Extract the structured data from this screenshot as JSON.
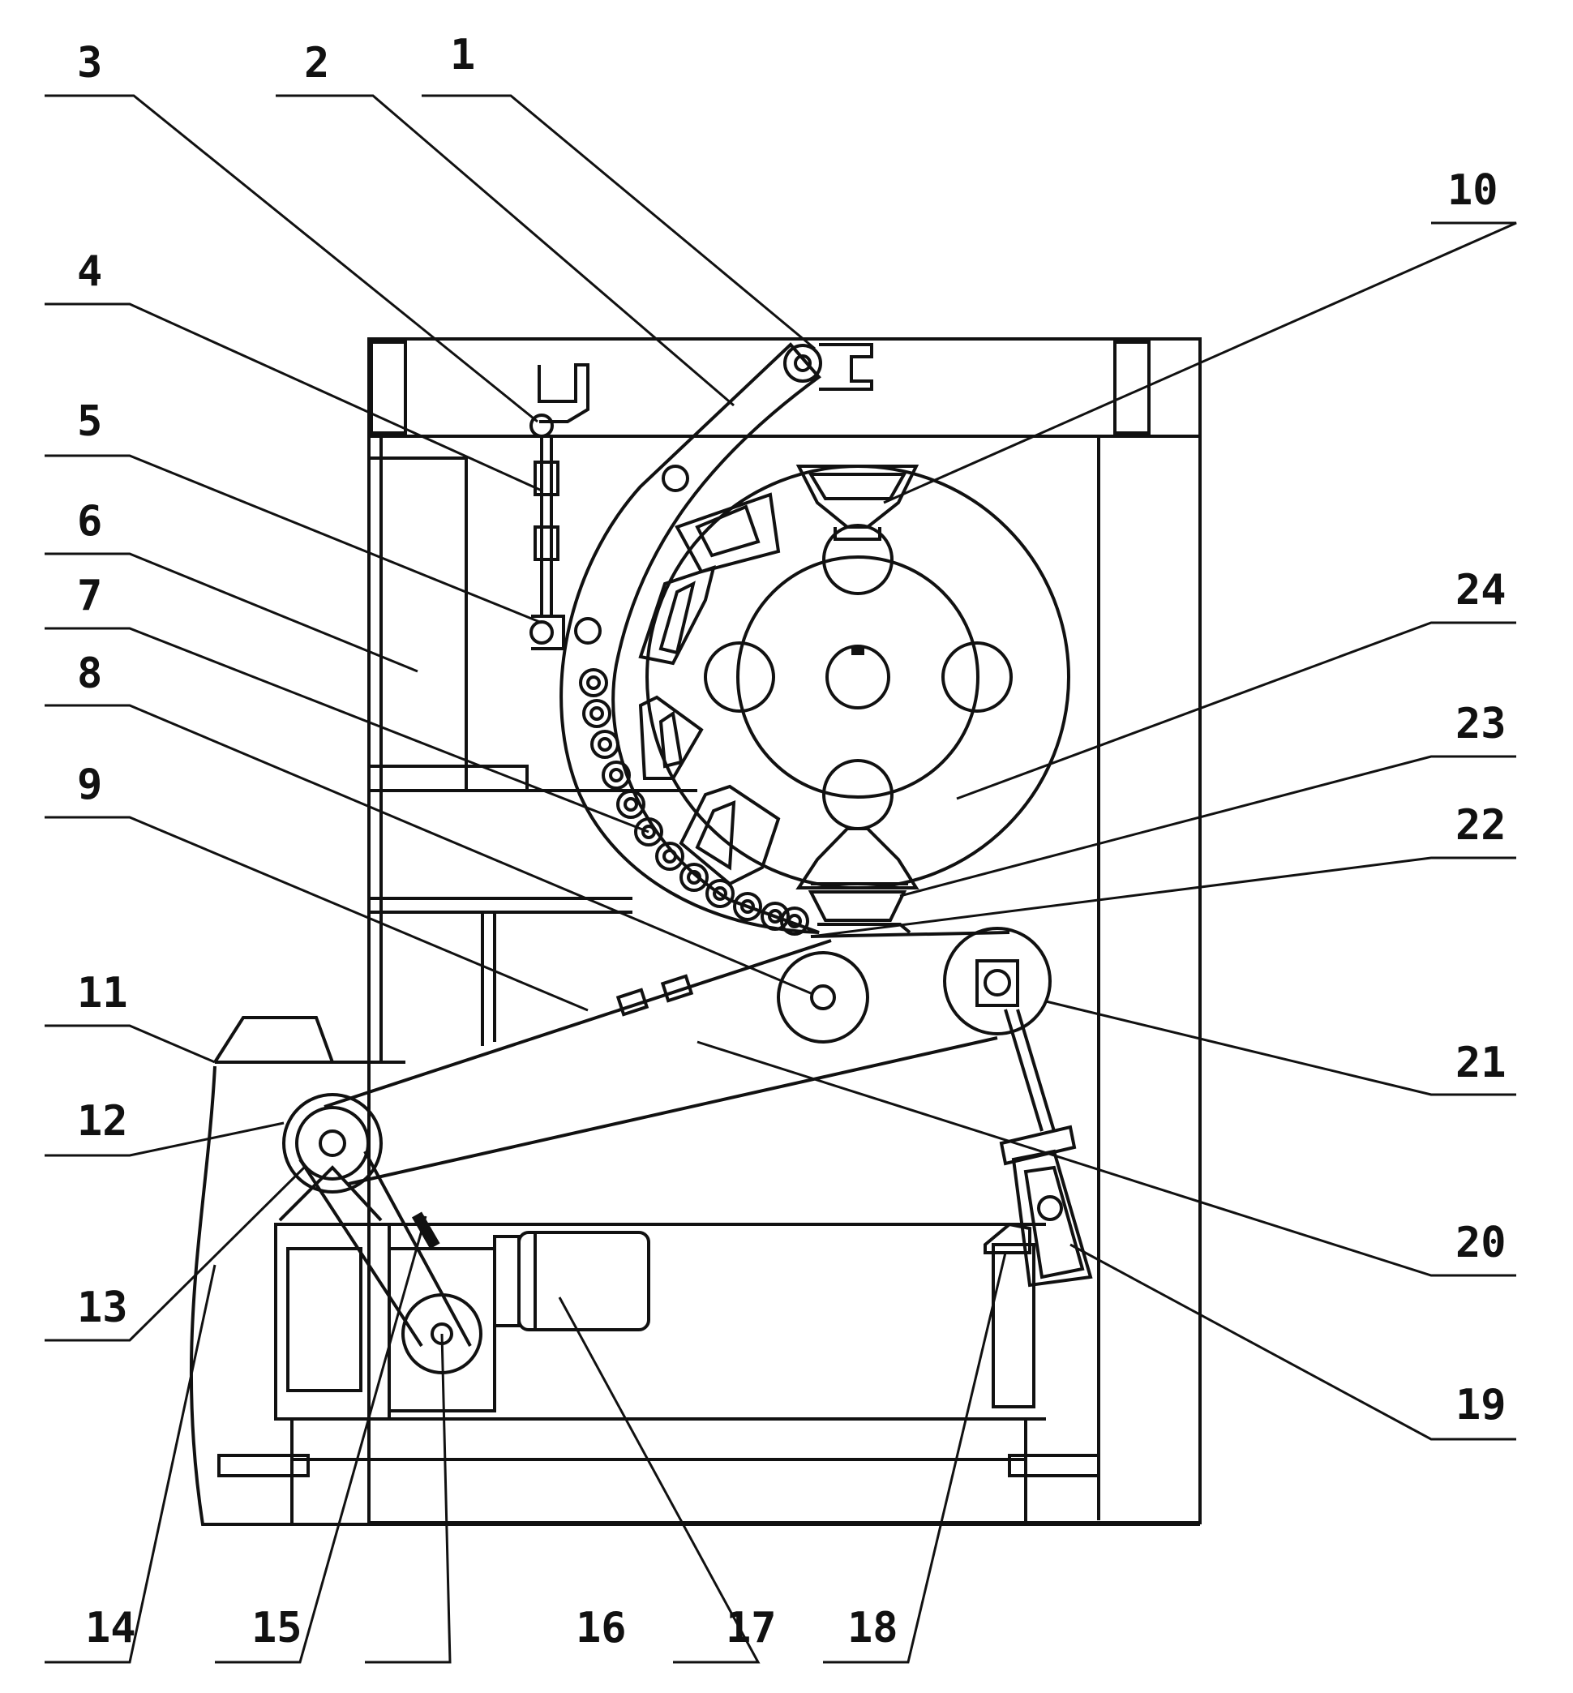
{
  "colors": {
    "ink": "#111111",
    "paper": "#ffffff"
  },
  "callouts": [
    {
      "id": "c1",
      "label": "1"
    },
    {
      "id": "c2",
      "label": "2"
    },
    {
      "id": "c3",
      "label": "3"
    },
    {
      "id": "c4",
      "label": "4"
    },
    {
      "id": "c5",
      "label": "5"
    },
    {
      "id": "c6",
      "label": "6"
    },
    {
      "id": "c7",
      "label": "7"
    },
    {
      "id": "c8",
      "label": "8"
    },
    {
      "id": "c9",
      "label": "9"
    },
    {
      "id": "c10",
      "label": "10"
    },
    {
      "id": "c11",
      "label": "11"
    },
    {
      "id": "c12",
      "label": "12"
    },
    {
      "id": "c13",
      "label": "13"
    },
    {
      "id": "c14",
      "label": "14"
    },
    {
      "id": "c15",
      "label": "15"
    },
    {
      "id": "c16",
      "label": "16"
    },
    {
      "id": "c17",
      "label": "17"
    },
    {
      "id": "c18",
      "label": "18"
    },
    {
      "id": "c19",
      "label": "19"
    },
    {
      "id": "c20",
      "label": "20"
    },
    {
      "id": "c21",
      "label": "21"
    },
    {
      "id": "c22",
      "label": "22"
    },
    {
      "id": "c23",
      "label": "23"
    },
    {
      "id": "c24",
      "label": "24"
    }
  ]
}
